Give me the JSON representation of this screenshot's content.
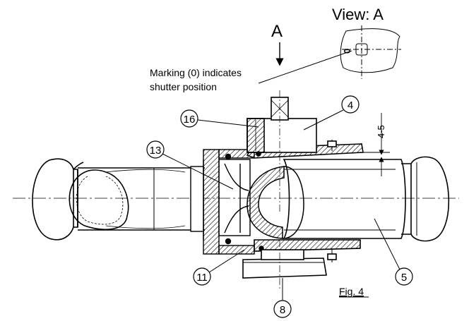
{
  "view_label": "View: A",
  "arrow_label": "A",
  "view_symbol": "0",
  "note_line1": "Marking (0) indicates",
  "note_line2": "shutter position",
  "dimension": "4-5",
  "callouts": {
    "c16": "16",
    "c4": "4",
    "c13": "13",
    "c11": "11",
    "c5": "5",
    "c8": "8"
  },
  "figure_caption": "Fig. 4"
}
